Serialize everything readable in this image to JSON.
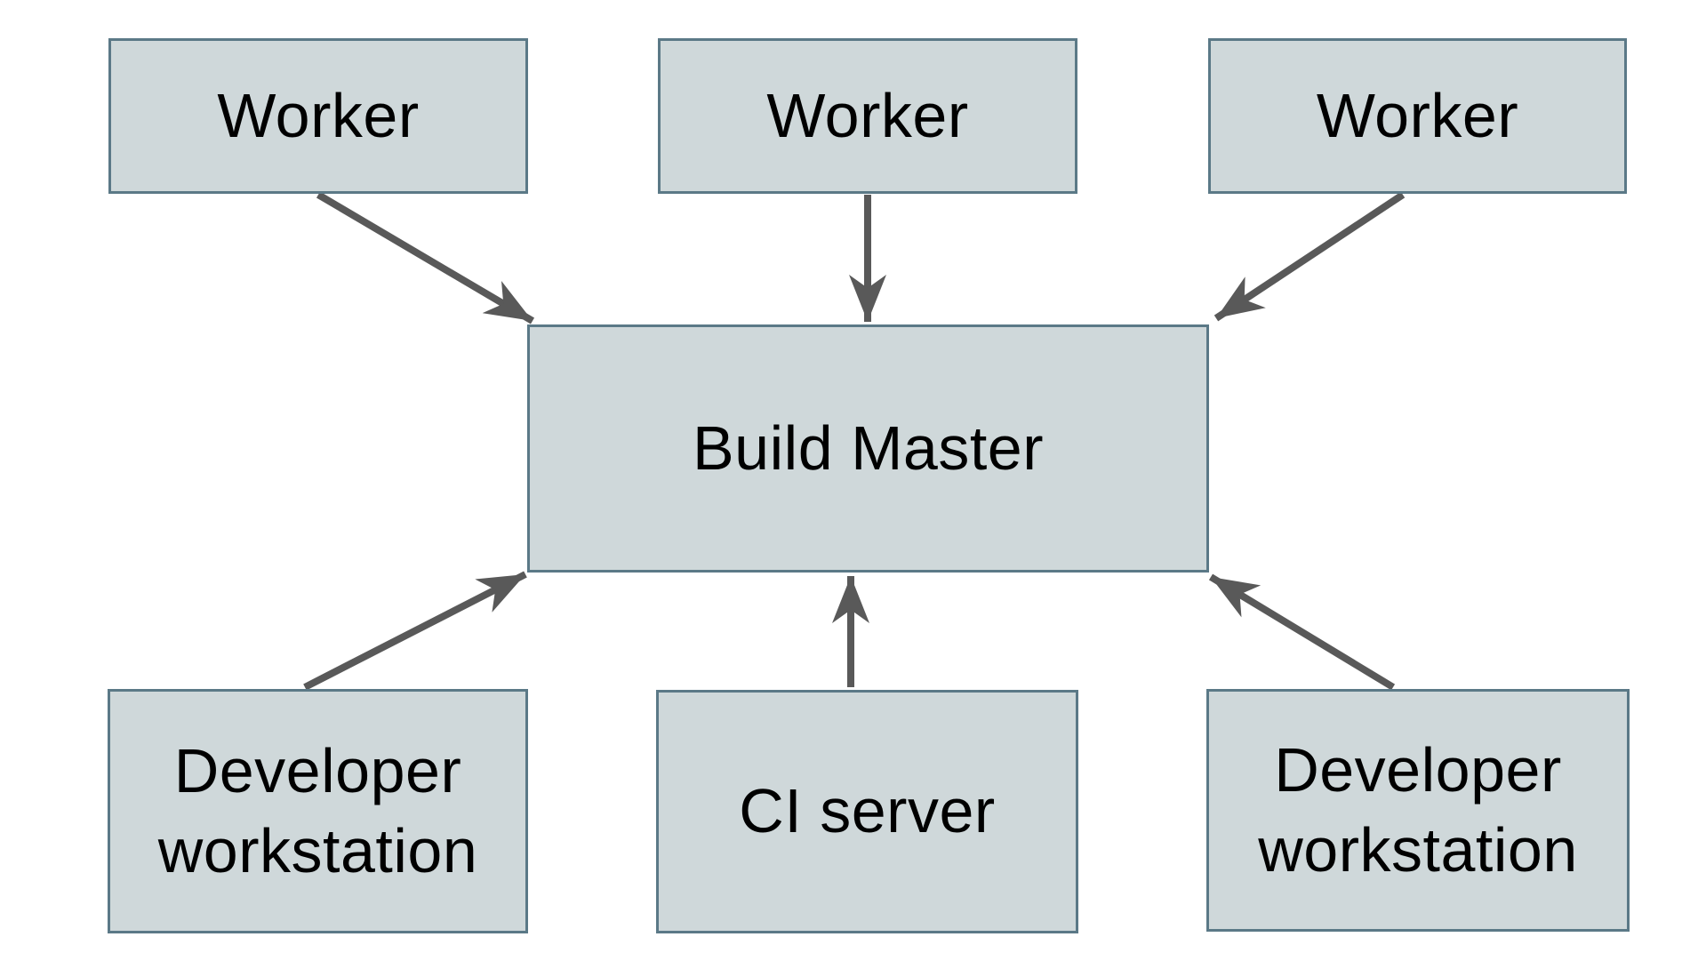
{
  "diagram": {
    "type": "architecture-diagram",
    "nodes": {
      "worker_1": {
        "label": "Worker"
      },
      "worker_2": {
        "label": "Worker"
      },
      "worker_3": {
        "label": "Worker"
      },
      "build_master": {
        "label": "Build Master"
      },
      "dev_workstation_left": {
        "label": "Developer workstation"
      },
      "ci_server": {
        "label": "CI server"
      },
      "dev_workstation_right": {
        "label": "Developer workstation"
      }
    },
    "edges": [
      {
        "from": "worker_1",
        "to": "build_master",
        "direction": "down-right"
      },
      {
        "from": "worker_2",
        "to": "build_master",
        "direction": "down"
      },
      {
        "from": "worker_3",
        "to": "build_master",
        "direction": "down-left"
      },
      {
        "from": "dev_workstation_left",
        "to": "build_master",
        "direction": "up-right"
      },
      {
        "from": "ci_server",
        "to": "build_master",
        "direction": "up"
      },
      {
        "from": "dev_workstation_right",
        "to": "build_master",
        "direction": "up-left"
      }
    ],
    "colors": {
      "background": "#ffffff",
      "node_fill": "#cfd8da",
      "node_border": "#5b7987",
      "arrow": "#595959",
      "text": "#000000"
    }
  }
}
